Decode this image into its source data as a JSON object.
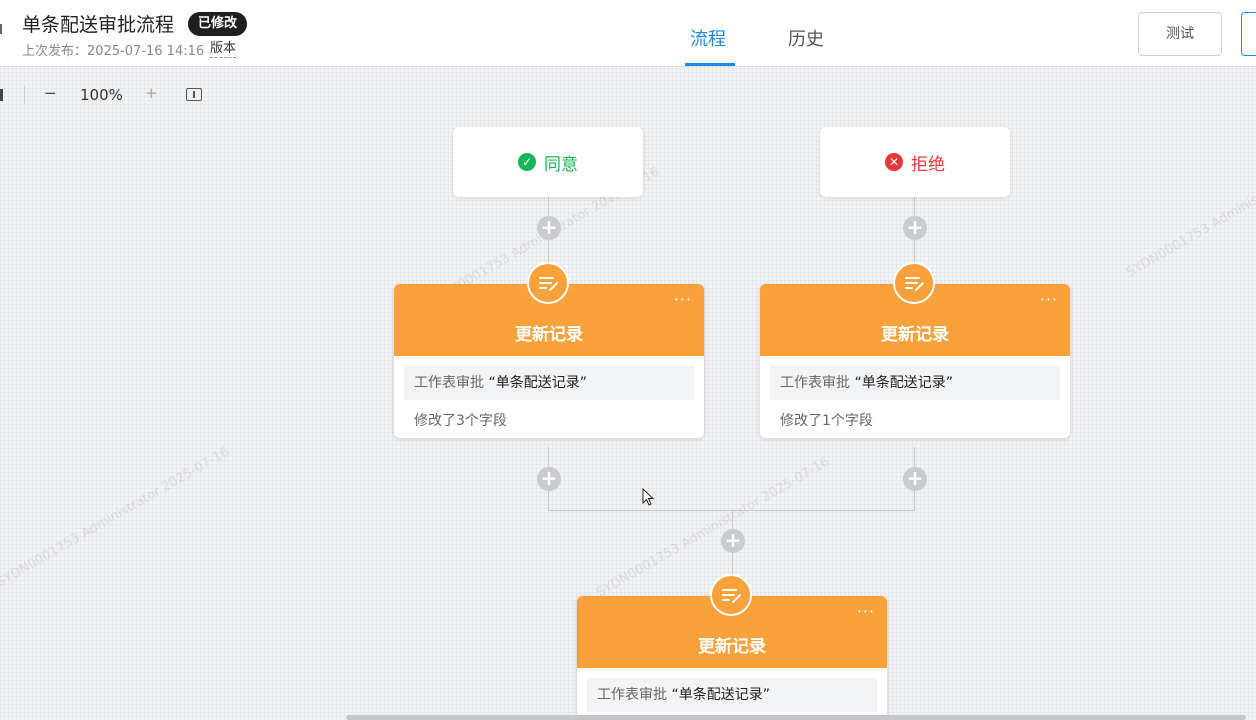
{
  "header": {
    "title": "单条配送审批流程",
    "badge": "已修改",
    "last_published": "上次发布：2025-07-16 14:16",
    "version_label": "版本",
    "tabs": [
      {
        "label": "流程",
        "active": true
      },
      {
        "label": "历史",
        "active": false
      }
    ],
    "test_button": "测试"
  },
  "toolbar": {
    "zoom_out": "−",
    "zoom_level": "100%",
    "zoom_in": "+"
  },
  "branches": [
    {
      "label": "同意",
      "icon": "check-circle-icon",
      "color": "#16b65a",
      "icon_char": "✓"
    },
    {
      "label": "拒绝",
      "icon": "close-circle-icon",
      "color": "#e5383b",
      "icon_char": "✕"
    }
  ],
  "nodes": [
    {
      "title": "更新记录",
      "source_prefix": "工作表审批",
      "source_name": "“单条配送记录”",
      "detail": "修改了3个字段"
    },
    {
      "title": "更新记录",
      "source_prefix": "工作表审批",
      "source_name": "“单条配送记录”",
      "detail": "修改了1个字段"
    },
    {
      "title": "更新记录",
      "source_prefix": "工作表审批",
      "source_name": "“单条配送记录”"
    }
  ],
  "node_more": "···",
  "add_symbol": "+",
  "colors": {
    "accent": "#1e88e5",
    "node": "#f9a13a"
  },
  "watermark": "SYDN0001753 Administrator 2025-07-16"
}
